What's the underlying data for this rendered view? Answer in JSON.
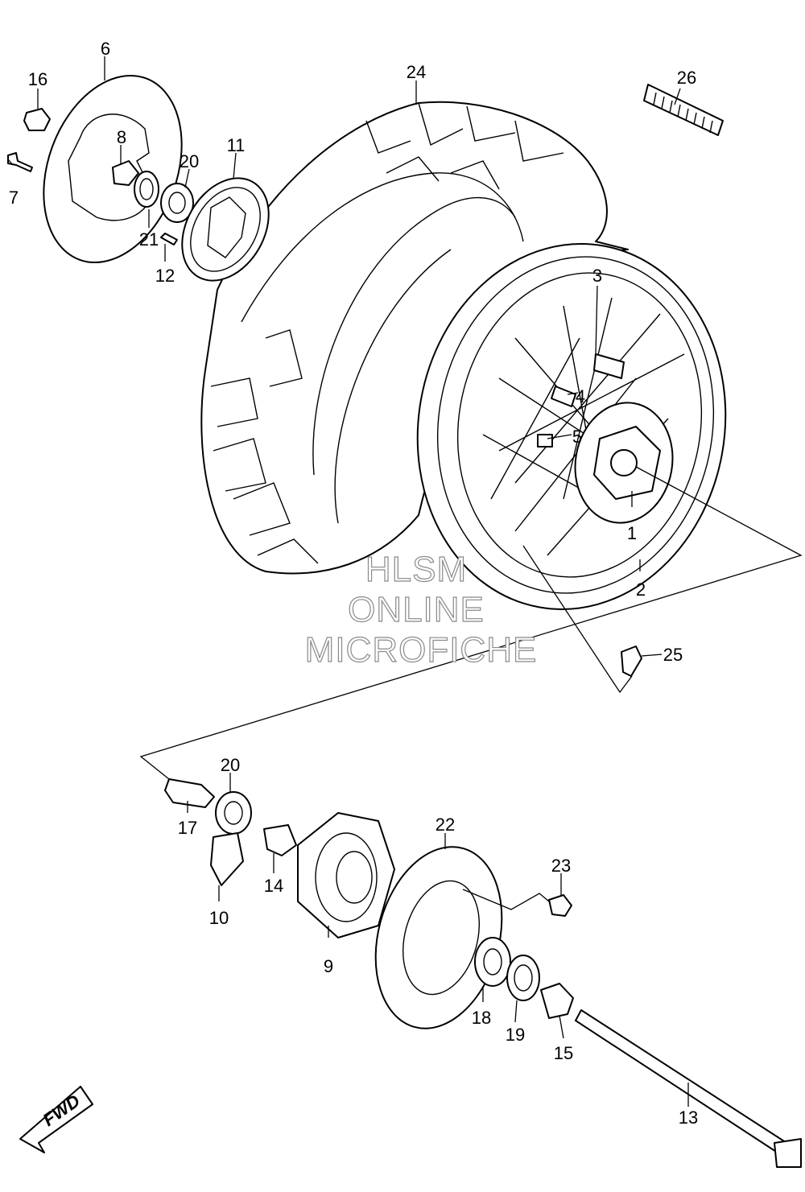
{
  "diagram": {
    "callouts": {
      "c1": "1",
      "c2": "2",
      "c3": "3",
      "c4": "4",
      "c5": "5",
      "c6": "6",
      "c7": "7",
      "c8": "8",
      "c9": "9",
      "c10": "10",
      "c11": "11",
      "c12": "12",
      "c13": "13",
      "c14": "14",
      "c15": "15",
      "c16": "16",
      "c17": "17",
      "c18": "18",
      "c19": "19",
      "c20a": "20",
      "c20b": "20",
      "c21": "21",
      "c22": "22",
      "c23": "23",
      "c24": "24",
      "c25": "25",
      "c26": "26"
    },
    "watermark": {
      "line1": "HLSM",
      "line2": "ONLINE",
      "line3": "MICROFICHE"
    },
    "fwd_label": "FWD"
  }
}
